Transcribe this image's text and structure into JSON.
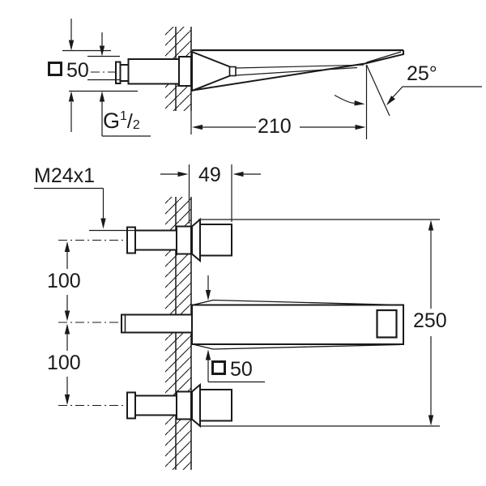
{
  "page": {
    "background": "#ffffff",
    "line_color": "#1a1a1a"
  },
  "icons": {
    "square_symbol": "square-outline"
  },
  "side_view": {
    "dims": {
      "square50": {
        "value": "50"
      },
      "thread_g": {
        "prefix": "G",
        "numerator": "1",
        "denominator": "2"
      },
      "reach": "210",
      "angle": "25°"
    }
  },
  "front_view": {
    "dims": {
      "thread_m": "M24x1",
      "depth": "49",
      "upper_spacing": "100",
      "lower_spacing": "100",
      "height": "250",
      "square50": {
        "value": "50"
      }
    }
  }
}
